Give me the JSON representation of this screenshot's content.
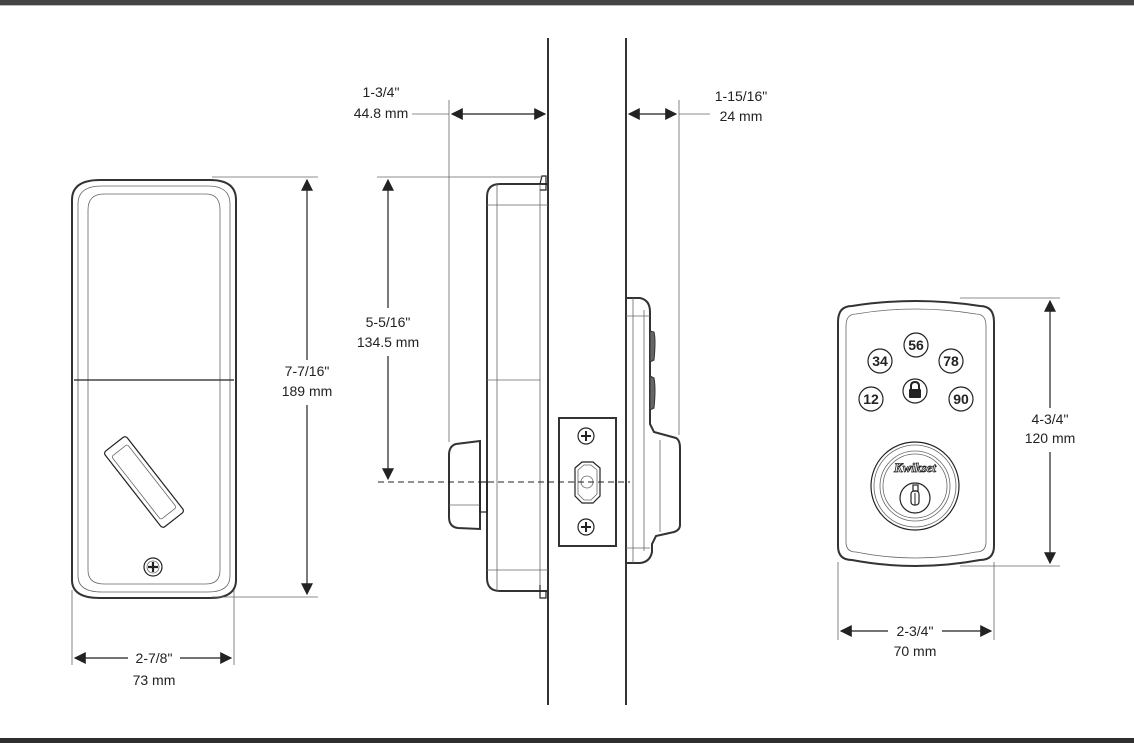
{
  "diagram": {
    "title": "Kwikset electronic deadbolt dimensions",
    "brand_logo_text": "Kwikset",
    "interior_view": {
      "height_in": "7-7/16\"",
      "height_mm": "189 mm",
      "width_in": "2-7/8\"",
      "width_mm": "73 mm"
    },
    "side_view": {
      "interior_depth_in": "1-3/4\"",
      "interior_depth_mm": "44.8 mm",
      "exterior_depth_in": "1-15/16\"",
      "exterior_depth_mm": "24 mm",
      "center_height_in": "5-5/16\"",
      "center_height_mm": "134.5 mm"
    },
    "exterior_view": {
      "height_in": "4-3/4\"",
      "height_mm": "120 mm",
      "width_in": "2-3/4\"",
      "width_mm": "70 mm",
      "keypad_buttons": [
        "56",
        "34",
        "78",
        "12",
        "90"
      ]
    },
    "colors": {
      "line": "#222222",
      "frame_bar": "#444444"
    }
  }
}
